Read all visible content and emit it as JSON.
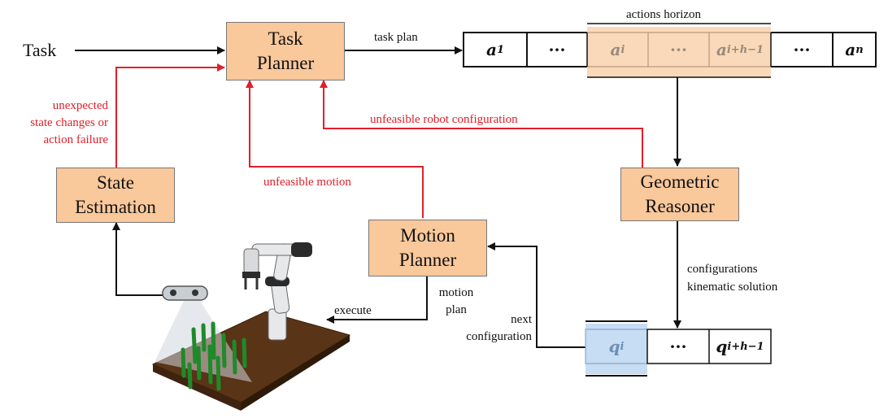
{
  "task_label": "Task",
  "nodes": {
    "task_planner": [
      "Task",
      "Planner"
    ],
    "state_estimation": [
      "State",
      "Estimation"
    ],
    "geometric_reasoner": [
      "Geometric",
      "Reasoner"
    ],
    "motion_planner": [
      "Motion",
      "Planner"
    ]
  },
  "edge_labels": {
    "task_plan": "task plan",
    "actions_horizon": "actions horizon",
    "unexpected": [
      "unexpected",
      "state changes or",
      "action failure"
    ],
    "unfeasible_config": "unfeasible robot configuration",
    "unfeasible_motion": "unfeasible motion",
    "configurations": [
      "configurations",
      "kinematic solution"
    ],
    "motion_plan": [
      "motion",
      "plan"
    ],
    "execute": "execute",
    "next_config": [
      "next",
      "configuration"
    ]
  },
  "action_sequence": {
    "a1": "a",
    "a1_sub": "1",
    "dots": "···",
    "ai": "a",
    "ai_sub": "i",
    "aih": "a",
    "aih_sub": "i+h−1",
    "an": "a",
    "an_sub": "n"
  },
  "config_sequence": {
    "qi": "q",
    "qi_sub": "i",
    "dots": "···",
    "qih": "q",
    "qih_sub": "i+h−1"
  },
  "colors": {
    "node_fill": "#f9c89b",
    "horizon_fill": "#f9d9b9",
    "config_fill": "#c6ddf3",
    "feedback_red": "#e0202a"
  }
}
